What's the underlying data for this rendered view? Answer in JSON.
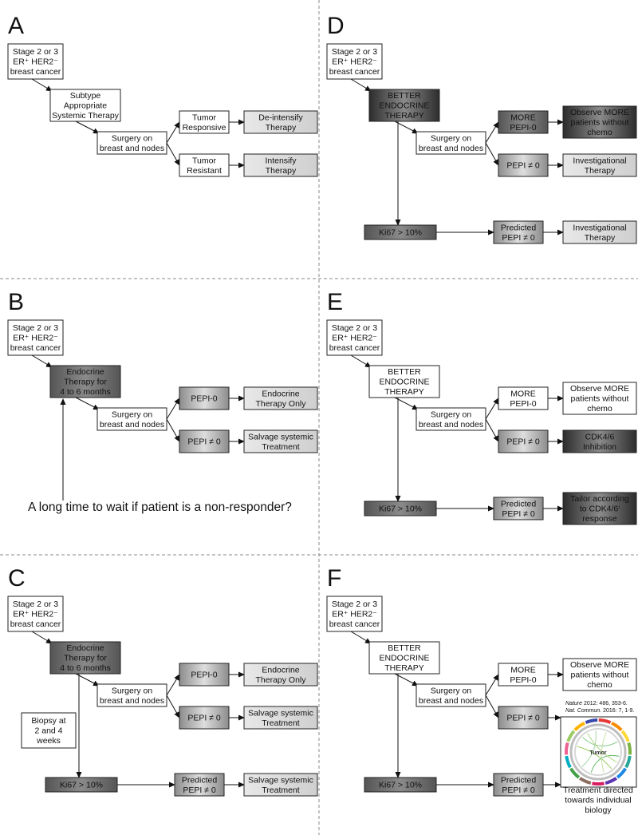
{
  "panels": {
    "A": {
      "letter": "A",
      "stage": [
        "Stage 2 or 3",
        "ER⁺ HER2⁻",
        "breast cancer"
      ],
      "therapy": [
        "Subtype",
        "Appropriate",
        "Systemic Therapy"
      ],
      "surgery": [
        "Surgery on",
        "breast and nodes"
      ],
      "upper_result": [
        "Tumor",
        "Responsive"
      ],
      "upper_action": [
        "De-intensify",
        "Therapy"
      ],
      "lower_result": [
        "Tumor",
        "Resistant"
      ],
      "lower_action": [
        "Intensify",
        "Therapy"
      ]
    },
    "B": {
      "letter": "B",
      "stage": [
        "Stage 2 or 3",
        "ER⁺ HER2⁻",
        "breast cancer"
      ],
      "therapy": [
        "Endocrine",
        "Therapy for",
        "4 to 6 months"
      ],
      "surgery": [
        "Surgery on",
        "breast and nodes"
      ],
      "upper_result": [
        "PEPI-0"
      ],
      "upper_action": [
        "Endocrine",
        "Therapy Only"
      ],
      "lower_result": [
        "PEPI ≠ 0"
      ],
      "lower_action": [
        "Salvage systemic",
        "Treatment"
      ],
      "note": "A long time to wait if patient is a non-responder?"
    },
    "C": {
      "letter": "C",
      "stage": [
        "Stage 2 or 3",
        "ER⁺ HER2⁻",
        "breast cancer"
      ],
      "therapy": [
        "Endocrine",
        "Therapy for",
        "4 to 6 months"
      ],
      "surgery": [
        "Surgery on",
        "breast and nodes"
      ],
      "upper_result": [
        "PEPI-0"
      ],
      "upper_action": [
        "Endocrine",
        "Therapy Only"
      ],
      "lower_result": [
        "PEPI ≠ 0"
      ],
      "lower_action": [
        "Salvage systemic",
        "Treatment"
      ],
      "biopsy": [
        "Biopsy at",
        "2 and 4",
        "weeks"
      ],
      "ki67": [
        "Ki67 > 10%"
      ],
      "predicted": [
        "Predicted",
        "PEPI ≠ 0"
      ],
      "ki67_action": [
        "Salvage systemic",
        "Treatment"
      ]
    },
    "D": {
      "letter": "D",
      "stage": [
        "Stage 2 or 3",
        "ER⁺ HER2⁻",
        "breast cancer"
      ],
      "therapy": [
        "BETTER",
        "ENDOCRINE",
        "THERAPY"
      ],
      "surgery": [
        "Surgery on",
        "breast and nodes"
      ],
      "upper_result": [
        "MORE",
        "PEPI-0"
      ],
      "upper_action": [
        "Observe MORE",
        "patients without",
        "chemo"
      ],
      "lower_result": [
        "PEPI ≠ 0"
      ],
      "lower_action": [
        "Investigational",
        "Therapy"
      ],
      "ki67": [
        "Ki67 > 10%"
      ],
      "predicted": [
        "Predicted",
        "PEPI ≠ 0"
      ],
      "ki67_action": [
        "Investigational",
        "Therapy"
      ]
    },
    "E": {
      "letter": "E",
      "stage": [
        "Stage 2 or 3",
        "ER⁺ HER2⁻",
        "breast cancer"
      ],
      "therapy": [
        "BETTER",
        "ENDOCRINE",
        "THERAPY"
      ],
      "surgery": [
        "Surgery on",
        "breast and nodes"
      ],
      "upper_result": [
        "MORE",
        "PEPI-0"
      ],
      "upper_action": [
        "Observe MORE",
        "patients without",
        "chemo"
      ],
      "lower_result": [
        "PEPI ≠ 0"
      ],
      "lower_action": [
        "CDK4/6",
        "Inhibition"
      ],
      "ki67": [
        "Ki67 > 10%"
      ],
      "predicted": [
        "Predicted",
        "PEPI ≠ 0"
      ],
      "ki67_action": [
        "Tailor according",
        "to CDK4/6ⁱ",
        "response"
      ]
    },
    "F": {
      "letter": "F",
      "stage": [
        "Stage 2 or 3",
        "ER⁺ HER2⁻",
        "breast cancer"
      ],
      "therapy": [
        "BETTER",
        "ENDOCRINE",
        "THERAPY"
      ],
      "surgery": [
        "Surgery on",
        "breast and nodes"
      ],
      "upper_result": [
        "MORE",
        "PEPI-0"
      ],
      "upper_action": [
        "Observe MORE",
        "patients without",
        "chemo"
      ],
      "lower_result": [
        "PEPI ≠ 0"
      ],
      "ki67": [
        "Ki67 > 10%"
      ],
      "predicted": [
        "Predicted",
        "PEPI ≠ 0"
      ],
      "ki67_action": [
        "Treatment directed",
        "towards individual",
        "biology"
      ],
      "citation": [
        {
          "journal": "Nature",
          "rest": " 2012: 486, 353-6."
        },
        {
          "journal": "Nat. Commun.",
          "rest": " 2016: 7, 1-9."
        }
      ],
      "circos_label": "Tumor"
    }
  },
  "colors": {
    "dark_fill": "#6b6b6b",
    "medium_fill": "#9a9a9a",
    "light_fill": "#e6e6e6",
    "border": "#222222",
    "divider": "#888888"
  }
}
